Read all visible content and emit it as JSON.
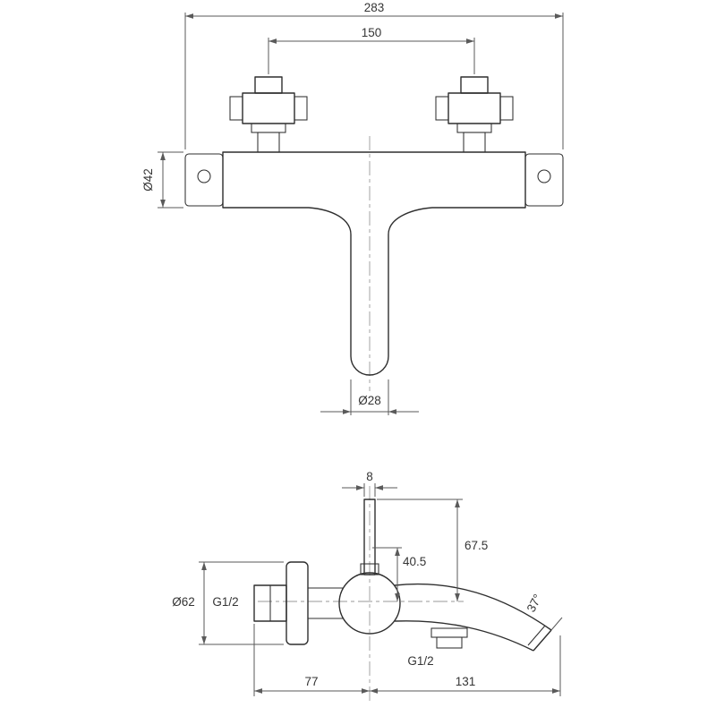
{
  "drawing": {
    "front_view": {
      "overall_width": "283",
      "handle_spacing": "150",
      "body_diameter": "Ø42",
      "spout_diameter": "Ø28"
    },
    "side_view": {
      "riser_width": "8",
      "height_upper": "67.5",
      "height_lower": "40.5",
      "wall_plate_diameter": "Ø62",
      "inlet_thread": "G1/2",
      "outlet_thread": "G1/2",
      "spout_angle": "37°",
      "wall_to_axis": "77",
      "axis_to_spout_tip": "131"
    }
  },
  "colors": {
    "line": "#2f2f2f",
    "dim": "#5a5a5a",
    "center": "#9a9a9a",
    "text": "#353535",
    "bg": "#ffffff"
  }
}
